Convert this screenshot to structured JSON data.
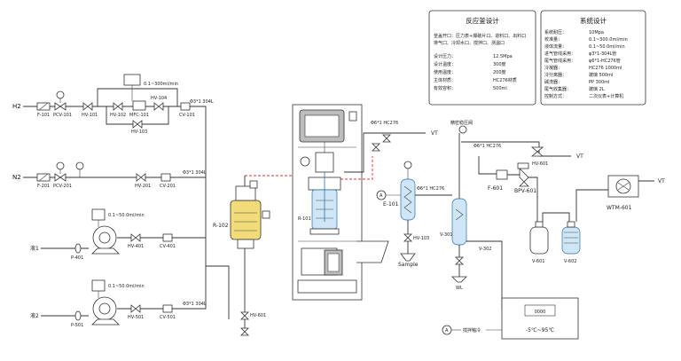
{
  "panel_reactor": {
    "title": "反应釜设计",
    "desc_line1": "釜盖开口：压力表+爆破片口、进料口、出料口",
    "desc_line2": "排气口、冷却水口、搅拌口、测温口",
    "rows": [
      {
        "k": "设计压力：",
        "v": "12.5Mpa"
      },
      {
        "k": "设计温度：",
        "v": "300度"
      },
      {
        "k": "使用温度：",
        "v": "200度"
      },
      {
        "k": "主体材质：",
        "v": "HC276材质"
      },
      {
        "k": "有效容积：",
        "v": "500ml"
      }
    ]
  },
  "panel_system": {
    "title": "系统设计",
    "rows": [
      {
        "k": "系统耐压：",
        "v": "10Mpa"
      },
      {
        "k": "校准量：",
        "v": "0.1~300.0ml/min"
      },
      {
        "k": "液体流量：",
        "v": "0.1~50.0ml/min"
      },
      {
        "k": "进气管线采用：",
        "v": "φ3*1-304L管"
      },
      {
        "k": "尾气管线采用：",
        "v": "φ6*1-HC276管"
      },
      {
        "k": "冷凝器：",
        "v": "HC276  1000ml"
      },
      {
        "k": "冷分离器：",
        "v": "玻璃    500ml"
      },
      {
        "k": "碱洗器：",
        "v": "PP      300ml"
      },
      {
        "k": "尾气收集器：",
        "v": "玻璃    2L"
      },
      {
        "k": "控制方式：",
        "v": "二次仪表+计算机"
      }
    ]
  },
  "labels": {
    "h2": "H2",
    "n2": "N2",
    "liq1": "液1",
    "liq2": "液2",
    "f101": "F-101",
    "pcv101": "PCV-101",
    "hv101": "HV-101",
    "mfc101": "MFC-101",
    "hv102": "HV-102",
    "cv101": "CV-101",
    "hv103": "HV-103",
    "hv104": "HV-104",
    "flow_h2": "0.1~300ml/min",
    "pipe_304": "Φ3*1 304L",
    "f201": "F-201",
    "pcv201": "PCV-201",
    "hv201": "HV-201",
    "cv201": "CV-201",
    "pipe_304_n2": "Φ3*1 304L",
    "pump1_flow": "0.1~50.0ml/min",
    "p401": "P-401",
    "hv401": "HV-401",
    "cv401": "CV-401",
    "pump2_flow": "0.1~50.0ml/min",
    "p501": "P-501",
    "hv501": "HV-501",
    "cv501": "CV-501",
    "pipe_304_liq": "Φ3*1 304L",
    "r102": "R-102",
    "hv601b": "HV-601",
    "pipe_hc276": "Φ6*1 HC276",
    "vt1": "VT",
    "r101": "R-101",
    "e101": "E-101",
    "e101_pipe": "Φ6*1 HC276",
    "sample": "Sample",
    "hv_sample": "HV-103",
    "circ_a1": "A",
    "v301": "V-301",
    "v302": "V-302",
    "wl": "WL",
    "eq_top": "精密稳压阀",
    "pipe_top": "Φ6*1 HC276",
    "hv601": "HV-601",
    "vt2": "VT",
    "f601": "F-601",
    "bpv601": "BPV-601",
    "v601": "V-601",
    "v602": "V-602",
    "wtm601": "WTM-601",
    "vt3": "VT",
    "circ_a2": "A",
    "stirrer": "搅拌釉冷",
    "chiller_temp": "-5℃~95℃",
    "chiller_display": "0000"
  }
}
